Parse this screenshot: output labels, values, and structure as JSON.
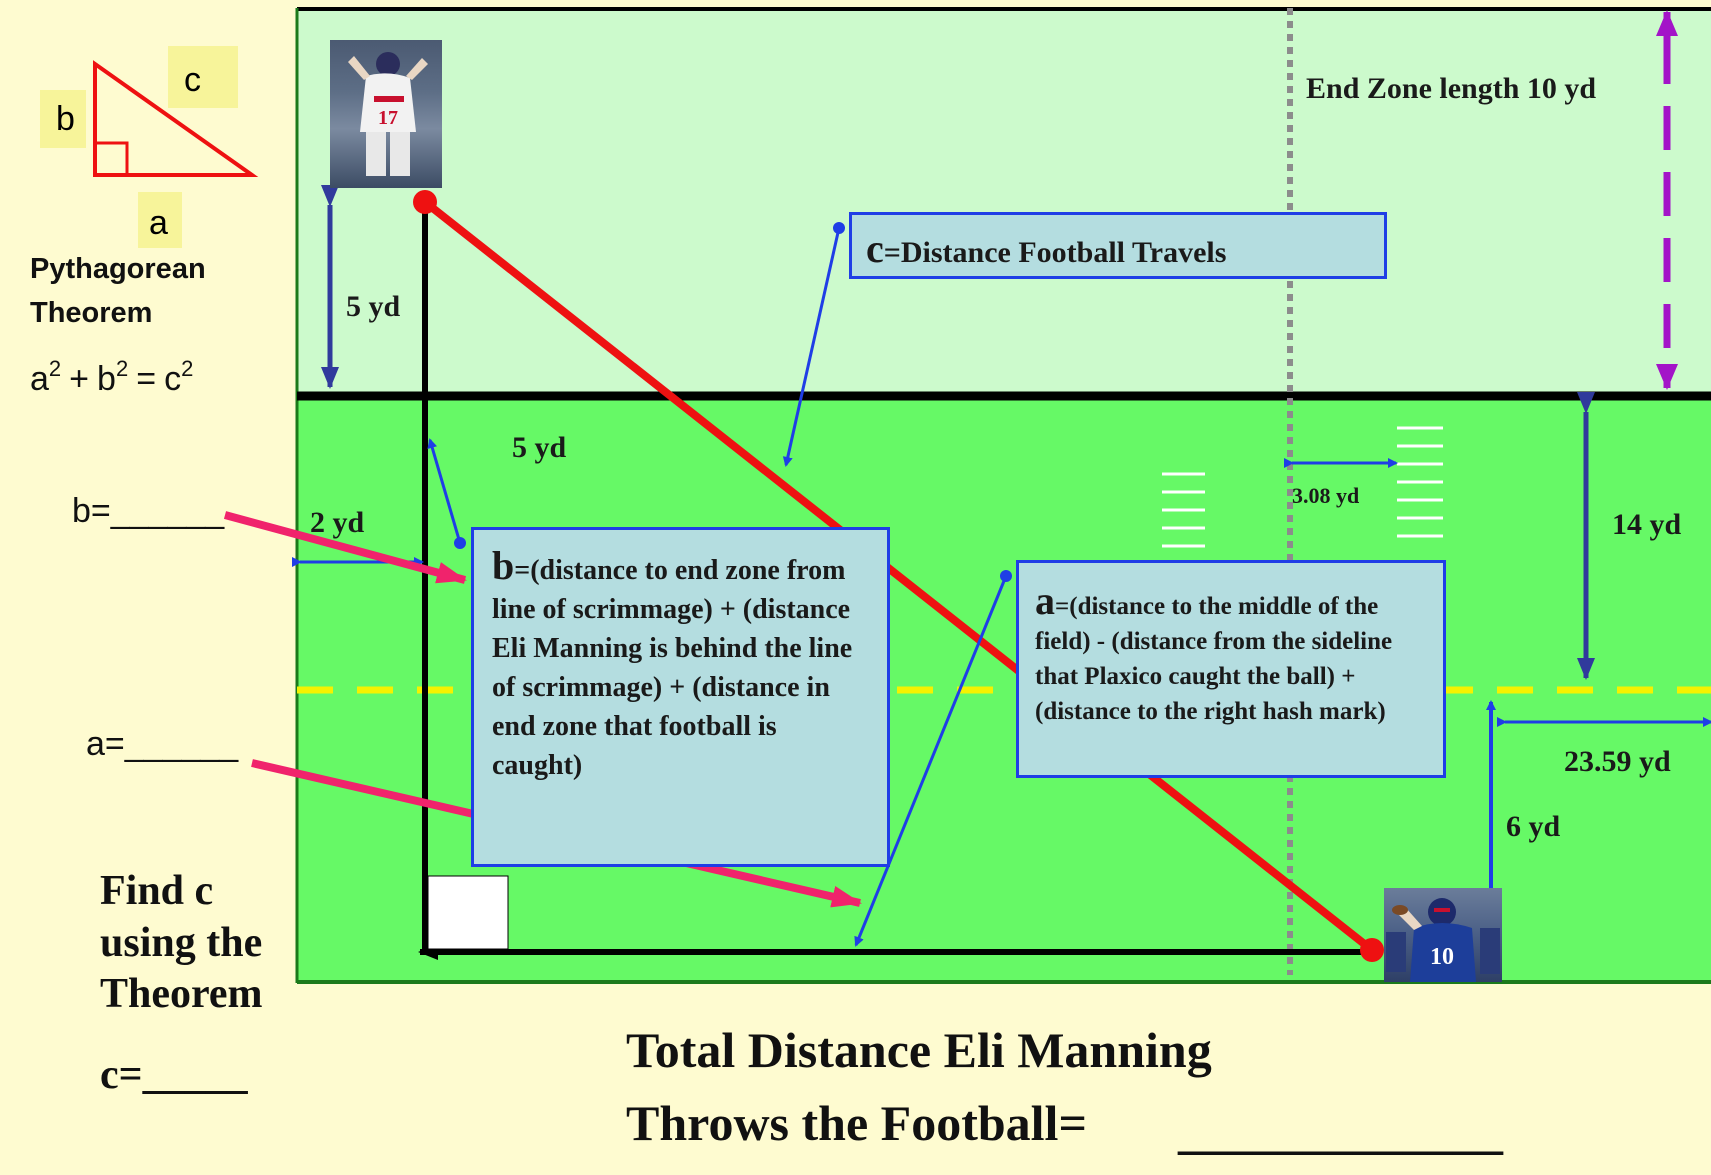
{
  "sidebar": {
    "triangle_labels": {
      "a": "a",
      "b": "b",
      "c": "c"
    },
    "theorem_title": "Pythagorean Theorem",
    "theorem_line1": "Pythagorean",
    "theorem_line2": "Theorem",
    "formula": {
      "a": "a",
      "b": "b",
      "c": "c",
      "exp": "2",
      "plus": "+",
      "equals": "="
    },
    "b_blank": "b=______",
    "a_blank": "a=______",
    "find_c": [
      "Find c",
      "using the",
      "Theorem"
    ],
    "c_blank": "c=_____"
  },
  "field": {
    "end_zone_label": "End Zone length 10 yd",
    "dims": {
      "five_yd_top": "5 yd",
      "five_yd_mid": "5 yd",
      "two_yd": "2 yd",
      "hash_gap": "3.08 yd",
      "fourteen_yd": "14 yd",
      "twentythree_yd": "23.59 yd",
      "six_yd": "6 yd"
    },
    "colors": {
      "end_zone": "#ccfacc",
      "field": "#66f966",
      "pass_line": "#ee1111",
      "arrow_blue": "#1f3ee6",
      "midfield_line": "#f5f200",
      "pointer": "#f0236c",
      "end_zone_arrow": "#a314c8"
    }
  },
  "boxes": {
    "c_var": "c",
    "c_text": "=Distance Football Travels",
    "b_var": "b",
    "b_text": "=(distance to end zone from line of scrimmage) + (distance Eli Manning is behind the line of scrimmage) + (distance in end zone that football is caught)",
    "a_var": "a",
    "a_text": "=(distance to the middle of the field) - (distance from the sideline that Plaxico caught the ball) + (distance to the right hash mark)"
  },
  "photos": {
    "receiver_number": "17",
    "qb_number": "10"
  },
  "bottom": {
    "line1": "Total Distance Eli Manning",
    "line2": "Throws the Football=",
    "blank": "_____________"
  }
}
